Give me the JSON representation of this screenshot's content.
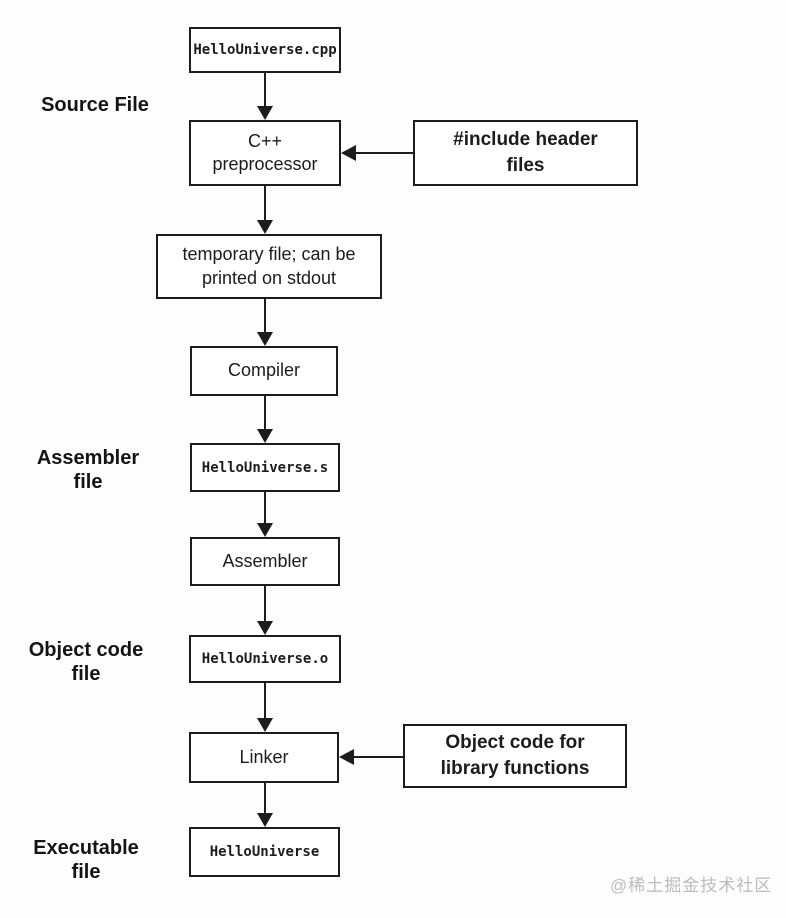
{
  "colors": {
    "line": "#1c1c1c",
    "text": "#1c1c1c",
    "box_background": "#ffffff",
    "page_background": "#fdfdfd",
    "watermark": "#bcbcbc"
  },
  "flow": {
    "boxes": {
      "source_file": "HelloUniverse.cpp",
      "preprocessor": "C++\npreprocessor",
      "temp_file": "temporary file; can be\nprinted on stdout",
      "compiler": "Compiler",
      "assembler_file": "HelloUniverse.s",
      "assembler": "Assembler",
      "object_file": "HelloUniverse.o",
      "linker": "Linker",
      "executable": "HelloUniverse"
    },
    "annotations": {
      "include_headers": "#include header\nfiles",
      "object_code_lib": "Object code for\nlibrary functions"
    },
    "stage_labels": {
      "source": "Source File",
      "assembler": "Assembler\nfile",
      "object": "Object code\nfile",
      "executable": "Executable\nfile"
    }
  },
  "watermark": {
    "text": "@稀土掘金技术社区"
  }
}
